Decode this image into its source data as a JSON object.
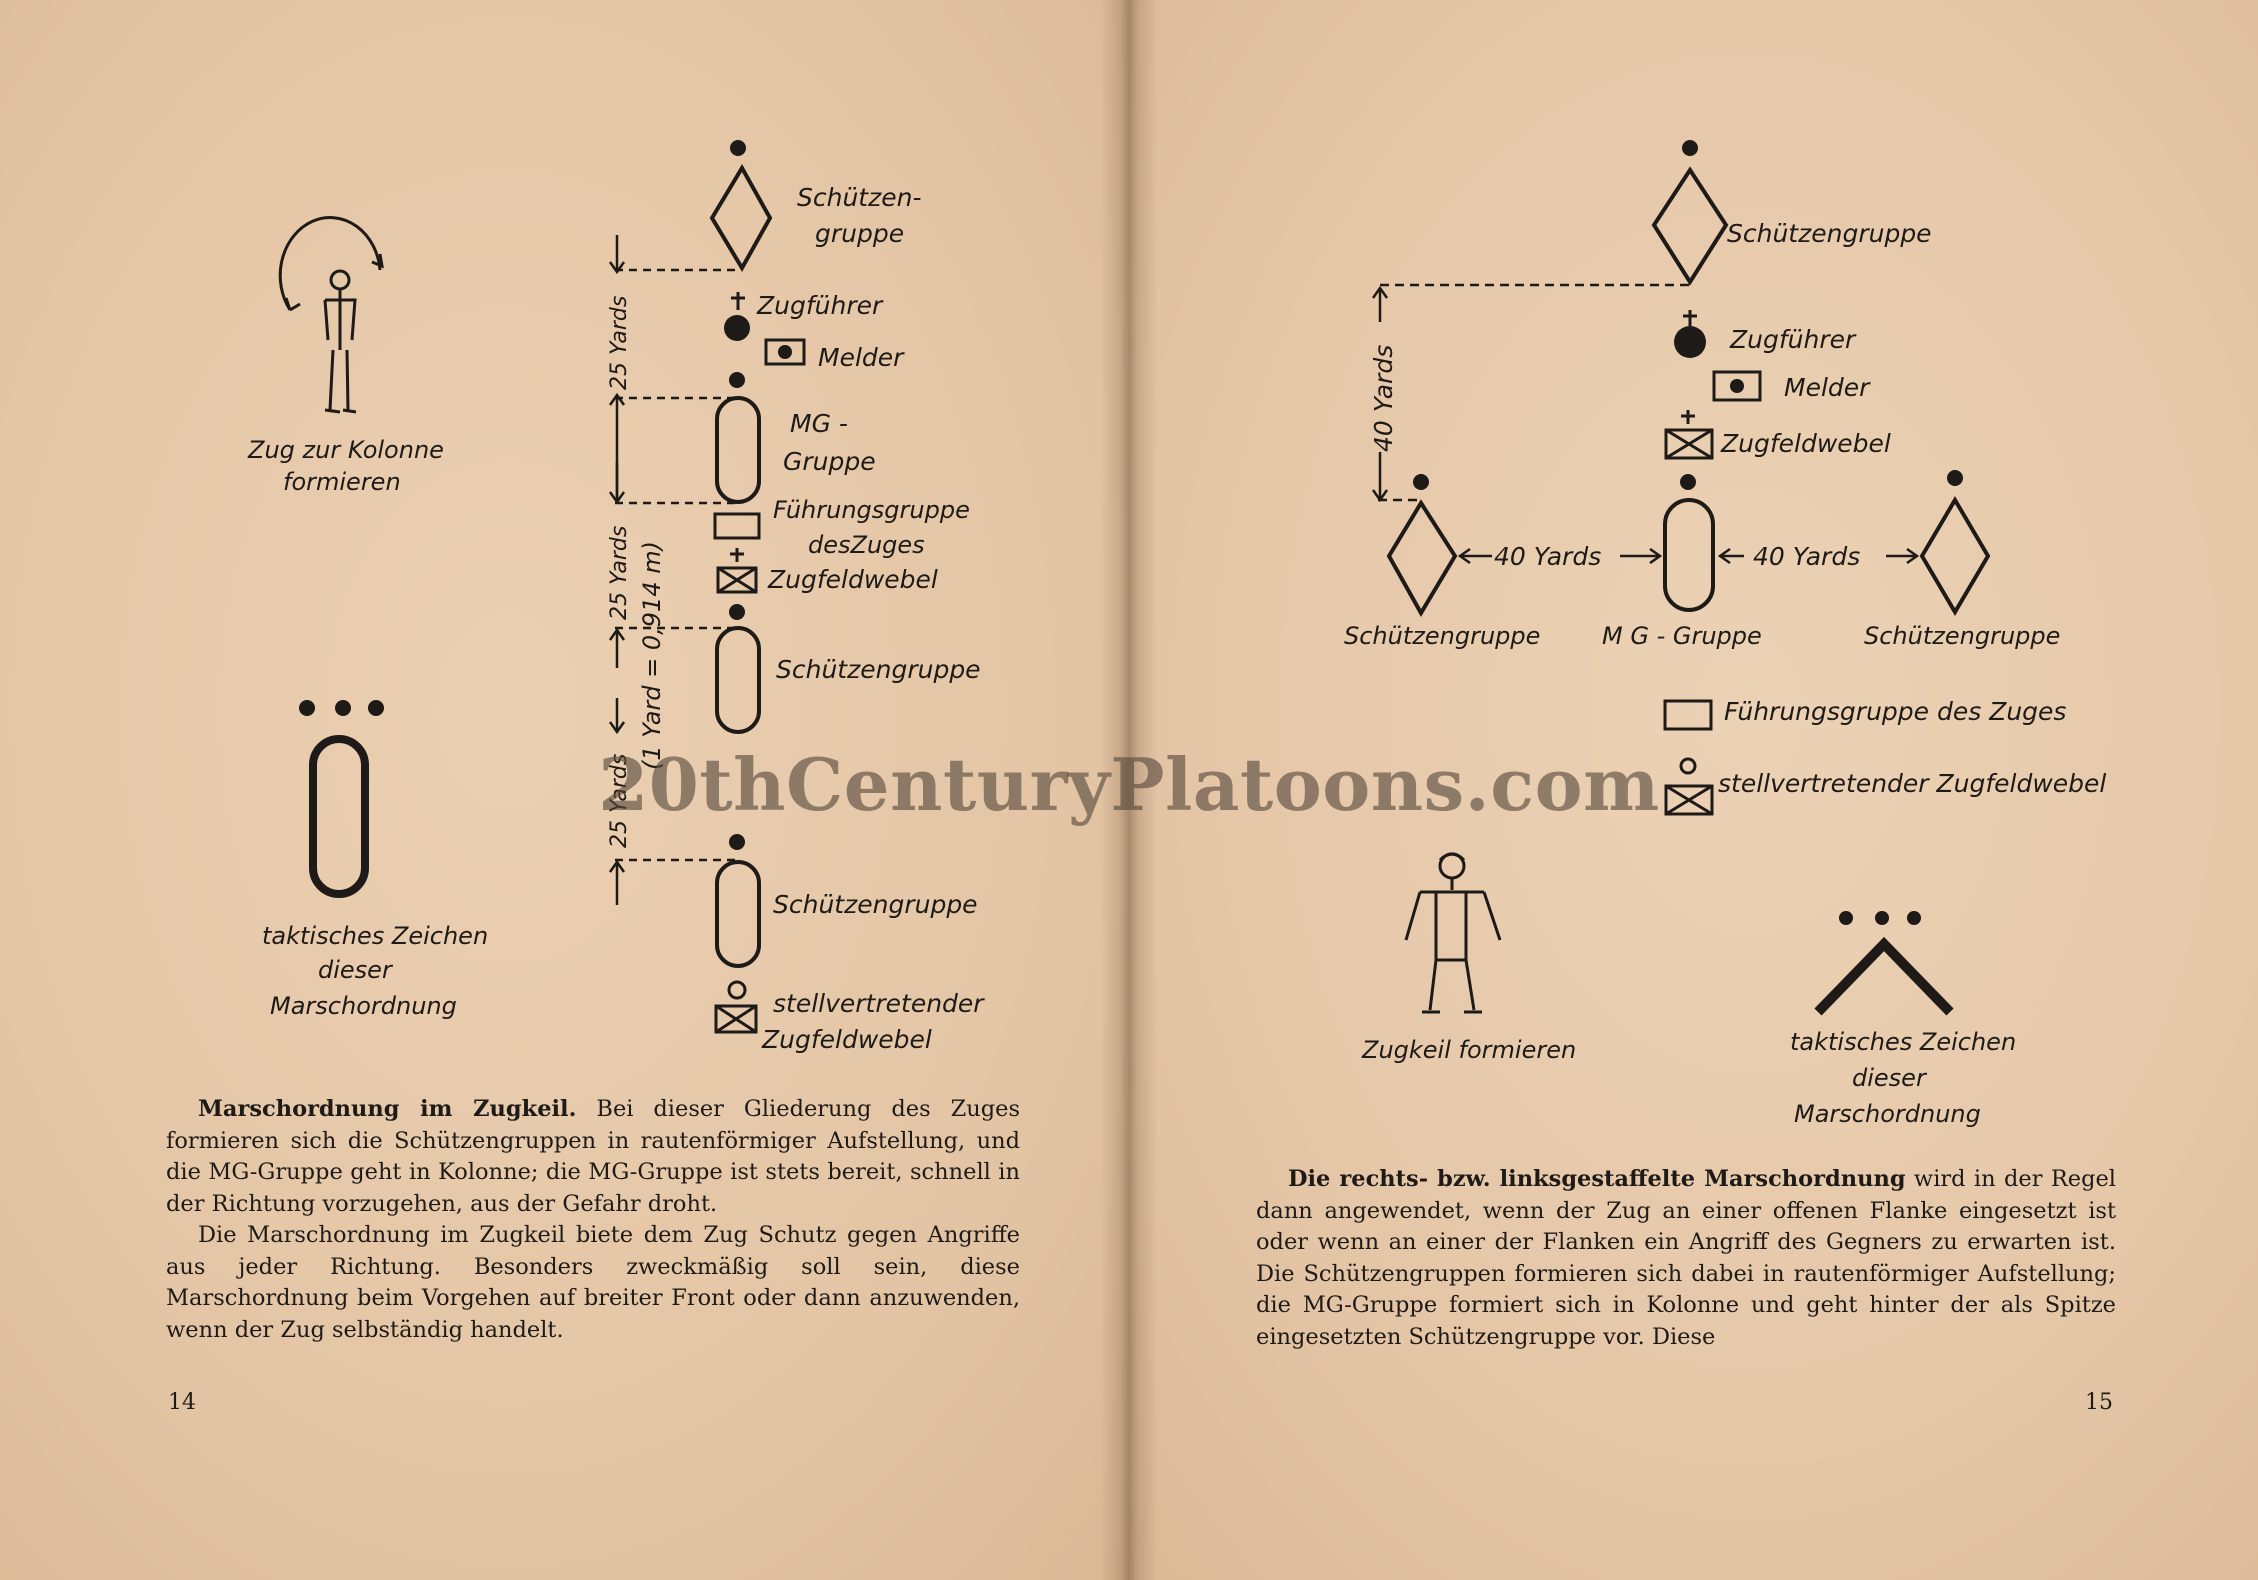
{
  "left_page": {
    "figure_labels": {
      "zug_kolonne_line1": "Zug  zur Kolonne",
      "zug_kolonne_line2": "formieren",
      "schuetzengruppe_top_line1": "Schützen-",
      "schuetzengruppe_top_line2": "gruppe",
      "zugfuehrer": "Zugführer",
      "melder": "Melder",
      "mg_gruppe_line1": "MG -",
      "mg_gruppe_line2": "Gruppe",
      "fuehrungsgruppe_line1": "Führungsgruppe",
      "fuehrungsgruppe_line2": "desZuges",
      "zugfeldwebel": "Zugfeldwebel",
      "schuetzengruppe_mid": "Schützengruppe",
      "schuetzengruppe_bottom": "Schützengruppe",
      "stellv_line1": "stellvertretender",
      "stellv_line2": "Zugfeldwebel",
      "distance_1": "25 Yards",
      "distance_2": "25 Yards",
      "distance_3": "25 Yards",
      "yard_note": "(1 Yard = 0,914 m)",
      "tactical_sign_line1": "taktisches Zeichen",
      "tactical_sign_line2": "dieser",
      "tactical_sign_line3": "Marschordnung"
    },
    "text": {
      "p1_bold": "Marschordnung im Zugkeil.",
      "p1_rest": " Bei dieser Gliederung des Zuges formieren sich die Schützengruppen in rautenförmiger Aufstellung, und die MG-Gruppe geht in Kolonne; die MG-Gruppe ist stets bereit, schnell in der Richtung vorzugehen, aus der Gefahr droht.",
      "p2": "Die Marschordnung im Zugkeil biete dem Zug Schutz gegen Angriffe aus jeder Richtung. Besonders zweckmäßig soll sein, diese Marschordnung beim Vorgehen auf breiter Front oder dann anzuwenden, wenn der Zug selbständig handelt."
    },
    "page_number": "14"
  },
  "right_page": {
    "figure_labels": {
      "schuetzengruppe_top": "Schützengruppe",
      "zugfuehrer": "Zugführer",
      "melder": "Melder",
      "zugfeldwebel": "Zugfeldwebel",
      "distance_vertical": "40 Yards",
      "distance_left": "40 Yards",
      "distance_right": "40 Yards",
      "schuetzengruppe_left": "Schützengruppe",
      "mg_gruppe": "M G - Gruppe",
      "schuetzengruppe_right": "Schützengruppe",
      "fuehrungsgruppe": "Führungsgruppe  des Zuges",
      "stellv": "stellvertretender  Zugfeldwebel",
      "zugkeil_formieren": "Zugkeil formieren",
      "tactical_sign_line1": "taktisches Zeichen",
      "tactical_sign_line2": "dieser",
      "tactical_sign_line3": "Marschordnung"
    },
    "text": {
      "p1_bold": "Die rechts- bzw. linksgestaffelte Marschordnung",
      "p1_rest": " wird in der Regel dann angewendet, wenn der Zug an einer offenen Flanke eingesetzt ist oder wenn an einer der Flanken ein Angriff des Gegners zu erwarten ist. Die Schützengruppen formieren sich dabei in rautenförmiger Aufstellung; die MG-Gruppe formiert sich in Kolonne und geht hinter der als Spitze eingesetzten Schützengruppe vor. Diese"
    },
    "page_number": "15"
  },
  "watermark": "20thCenturyPlatoons.com"
}
